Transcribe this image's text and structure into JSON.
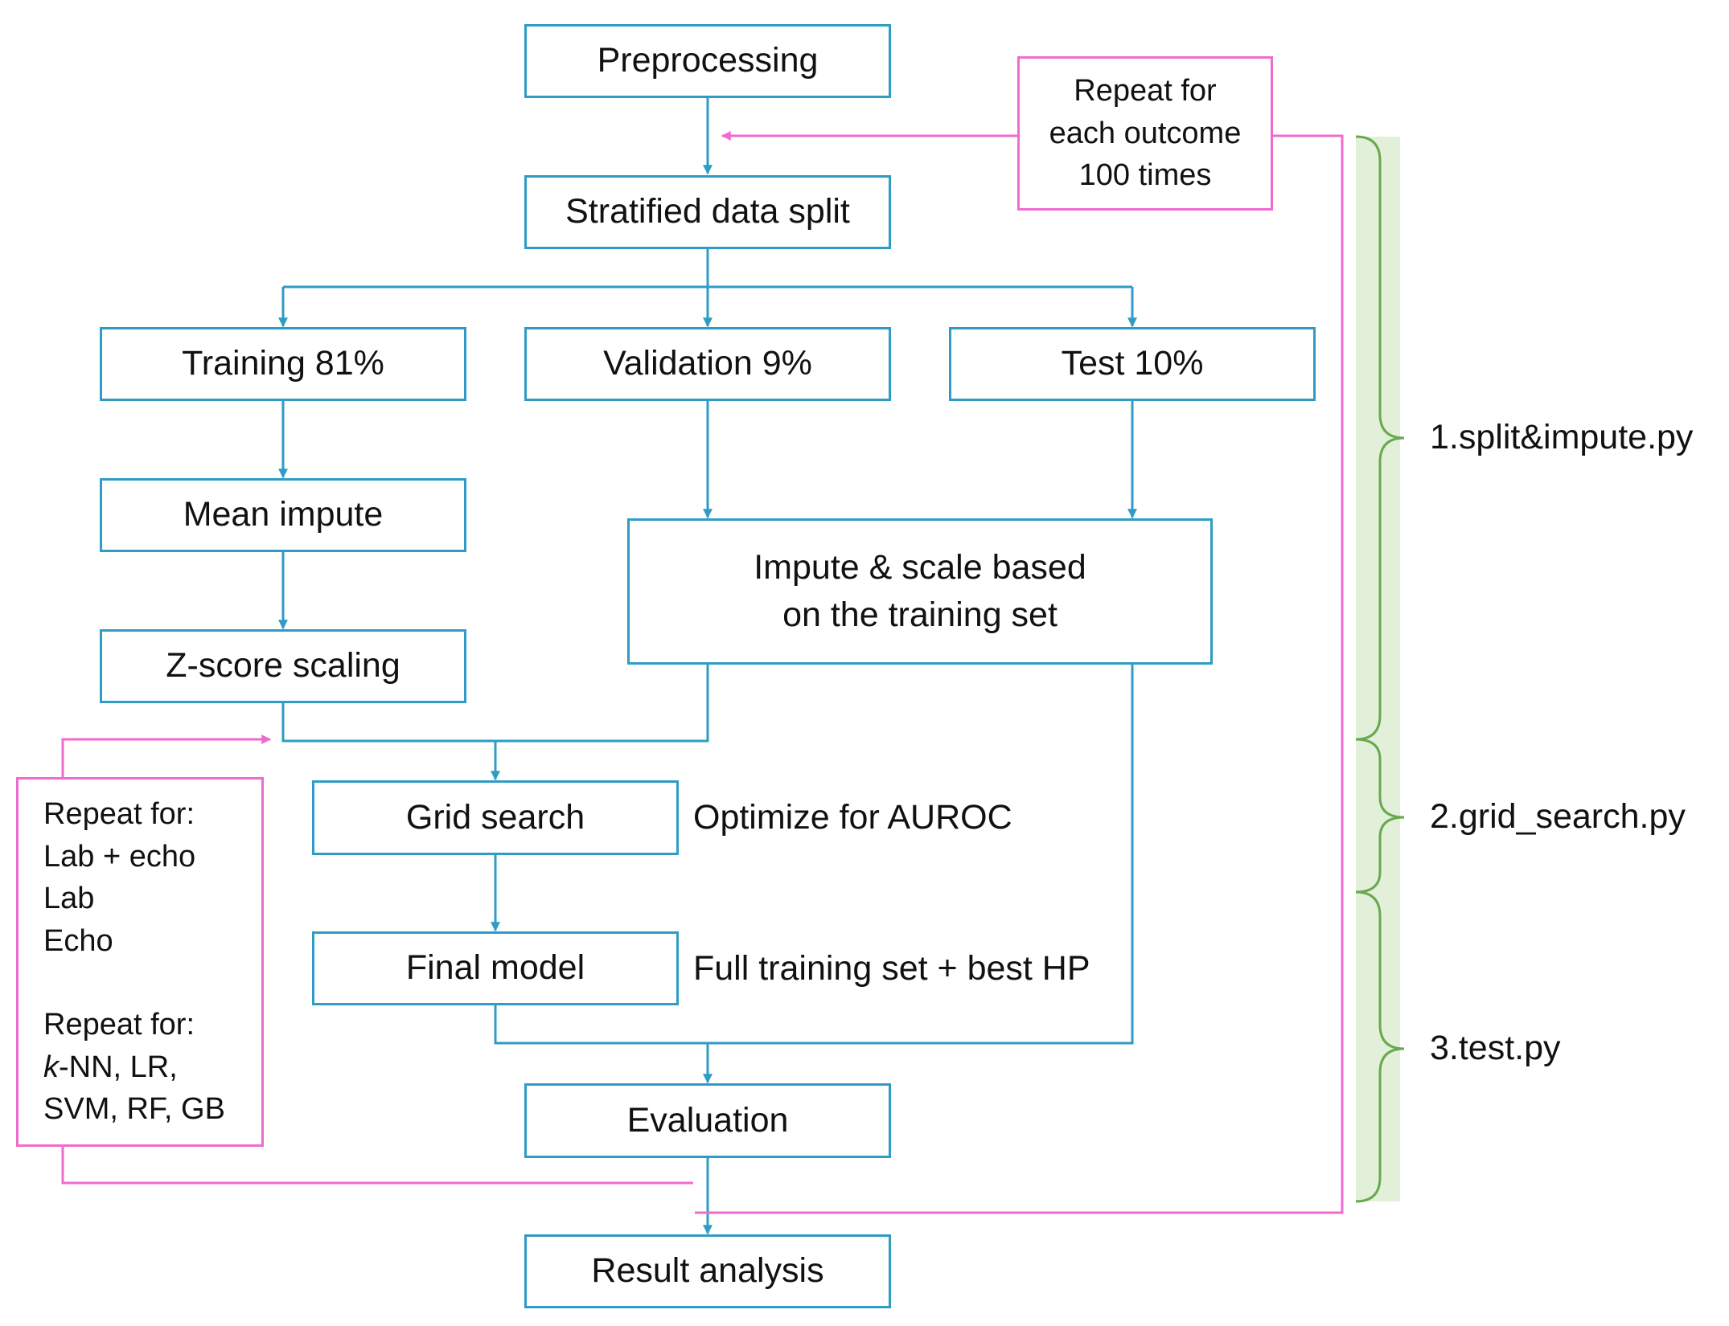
{
  "boxes": {
    "preprocessing": "Preprocessing",
    "stratified_split": "Stratified data split",
    "training": "Training 81%",
    "validation": "Validation 9%",
    "test": "Test 10%",
    "mean_impute": "Mean impute",
    "zscore": "Z-score scaling",
    "impute_scale": "Impute & scale based on the training set",
    "grid_search": "Grid search",
    "final_model": "Final model",
    "evaluation": "Evaluation",
    "result_analysis": "Result analysis"
  },
  "notes": {
    "grid_search": "Optimize for AUROC",
    "final_model": "Full training set + best HP"
  },
  "outer_loop": {
    "lines": [
      "Repeat for",
      "each outcome",
      "100 times"
    ]
  },
  "inner_loop": {
    "feature_title": "Repeat for:",
    "features": [
      "Lab + echo",
      "Lab",
      "Echo"
    ],
    "model_title": "Repeat for:",
    "model_prefix": "k",
    "model_lines": [
      "-NN, LR,",
      "SVM, RF, GB"
    ]
  },
  "scripts": [
    "1.split&impute.py",
    "2.grid_search.py",
    "3.test.py"
  ],
  "colors": {
    "flow": "#2e9cc4",
    "loop": "#f06bd0",
    "bracket": "#6aa84f",
    "bracket_fill": "#e2f0d9"
  }
}
